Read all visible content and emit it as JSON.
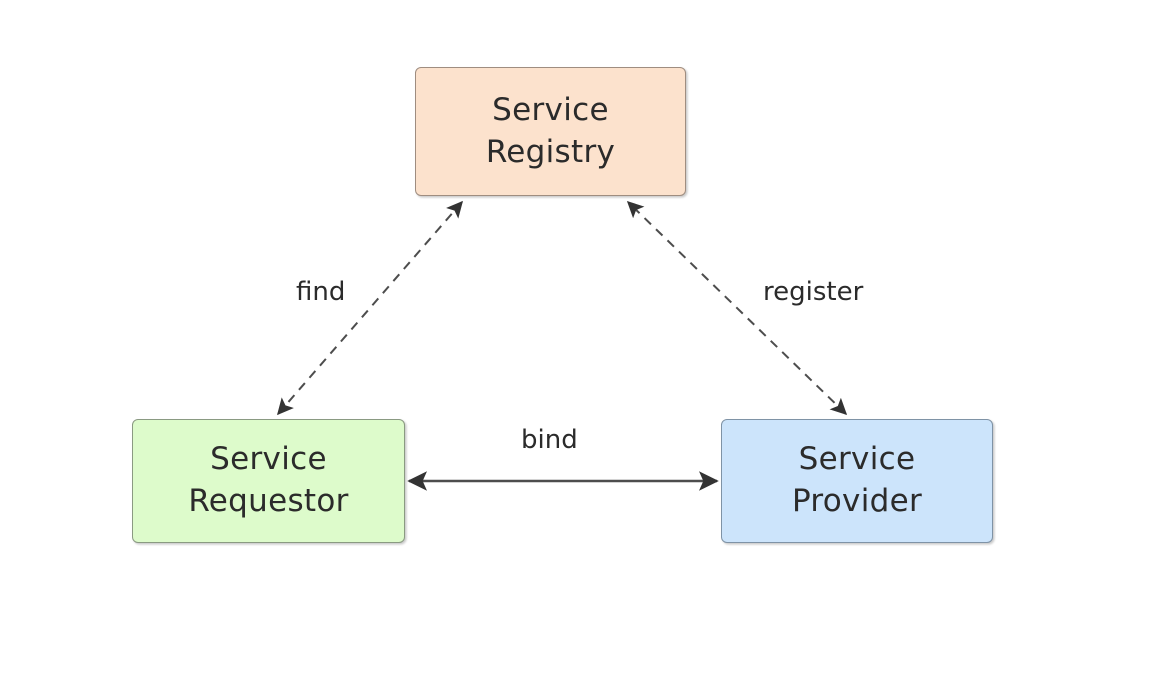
{
  "diagram": {
    "title": "Service Oriented Architecture triangle",
    "background": "#ffffff",
    "nodes": [
      {
        "id": "registry",
        "line1": "Service",
        "line2": "Registry",
        "fill": "#fce2cd",
        "stroke": "#9f8d80"
      },
      {
        "id": "requestor",
        "line1": "Service",
        "line2": "Requestor",
        "fill": "#ddfbcb",
        "stroke": "#8a9a82"
      },
      {
        "id": "provider",
        "line1": "Service",
        "line2": "Provider",
        "fill": "#cce4fb",
        "stroke": "#7f93a6"
      }
    ],
    "edges": [
      {
        "id": "find",
        "label": "find",
        "from": "requestor",
        "to": "registry",
        "style": "dashed",
        "arrows": "both",
        "color": "#4d4d4d"
      },
      {
        "id": "register",
        "label": "register",
        "from": "provider",
        "to": "registry",
        "style": "dashed",
        "arrows": "both",
        "color": "#4d4d4d"
      },
      {
        "id": "bind",
        "label": "bind",
        "from": "requestor",
        "to": "provider",
        "style": "solid",
        "arrows": "both",
        "color": "#4d4d4d"
      }
    ]
  }
}
